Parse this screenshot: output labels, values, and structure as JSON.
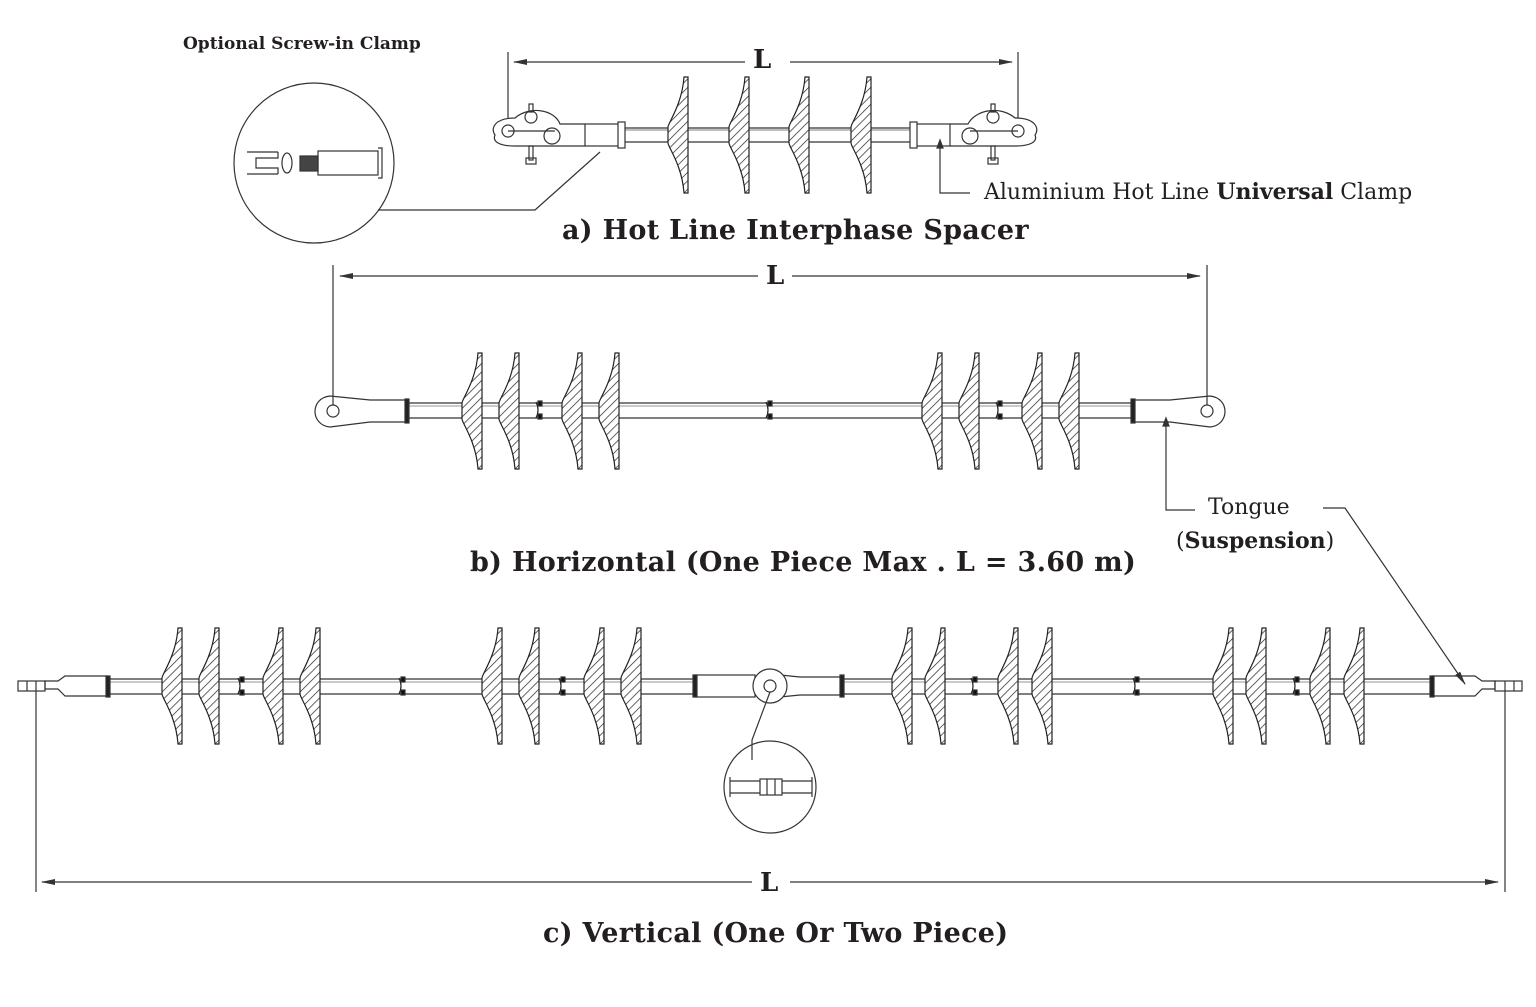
{
  "figure": {
    "section_a": {
      "title": "a) Hot Line Interphase Spacer",
      "dimension_label": "L",
      "inset_title": "Optional Screw-in Clamp",
      "callout": {
        "prefix": "Aluminium Hot Line ",
        "bold": "Universal",
        "suffix": " Clamp"
      },
      "sheds": 4
    },
    "section_b": {
      "title": "b) Horizontal (One Piece Max . L = 3.60 m)",
      "dimension_label": "L",
      "callout_line1": "Tongue",
      "callout_line2": {
        "open": "(",
        "bold": "Suspension",
        "close": ")"
      },
      "sheds": 8
    },
    "section_c": {
      "title": "c) Vertical (One Or Two Piece)",
      "dimension_label": "L",
      "sheds": 16
    },
    "colors": {
      "ink": "#231f20",
      "line": "#555555",
      "background": "#ffffff"
    }
  }
}
